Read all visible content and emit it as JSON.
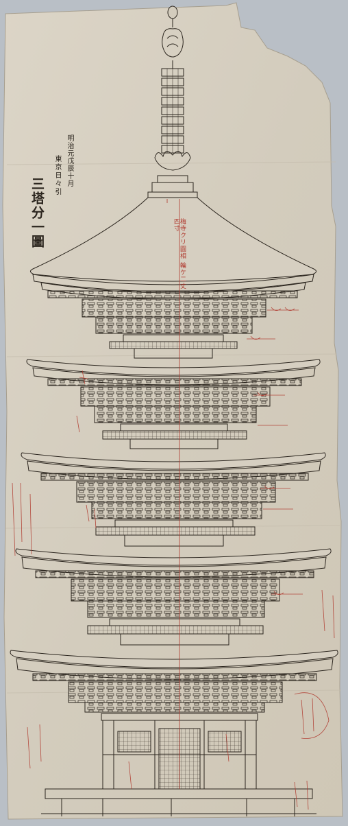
{
  "document": {
    "date_note": "明治元戊辰十月",
    "author_note": "東京日々引",
    "title": "三塔分一圖",
    "mast_note": "梅寺クリ圓相 輪ケ二丈四寸"
  },
  "colors": {
    "frame": "#b9bfc6",
    "paper": "#d7d0c2",
    "ink": "#2a241d",
    "red_ink": "#b0392e"
  }
}
